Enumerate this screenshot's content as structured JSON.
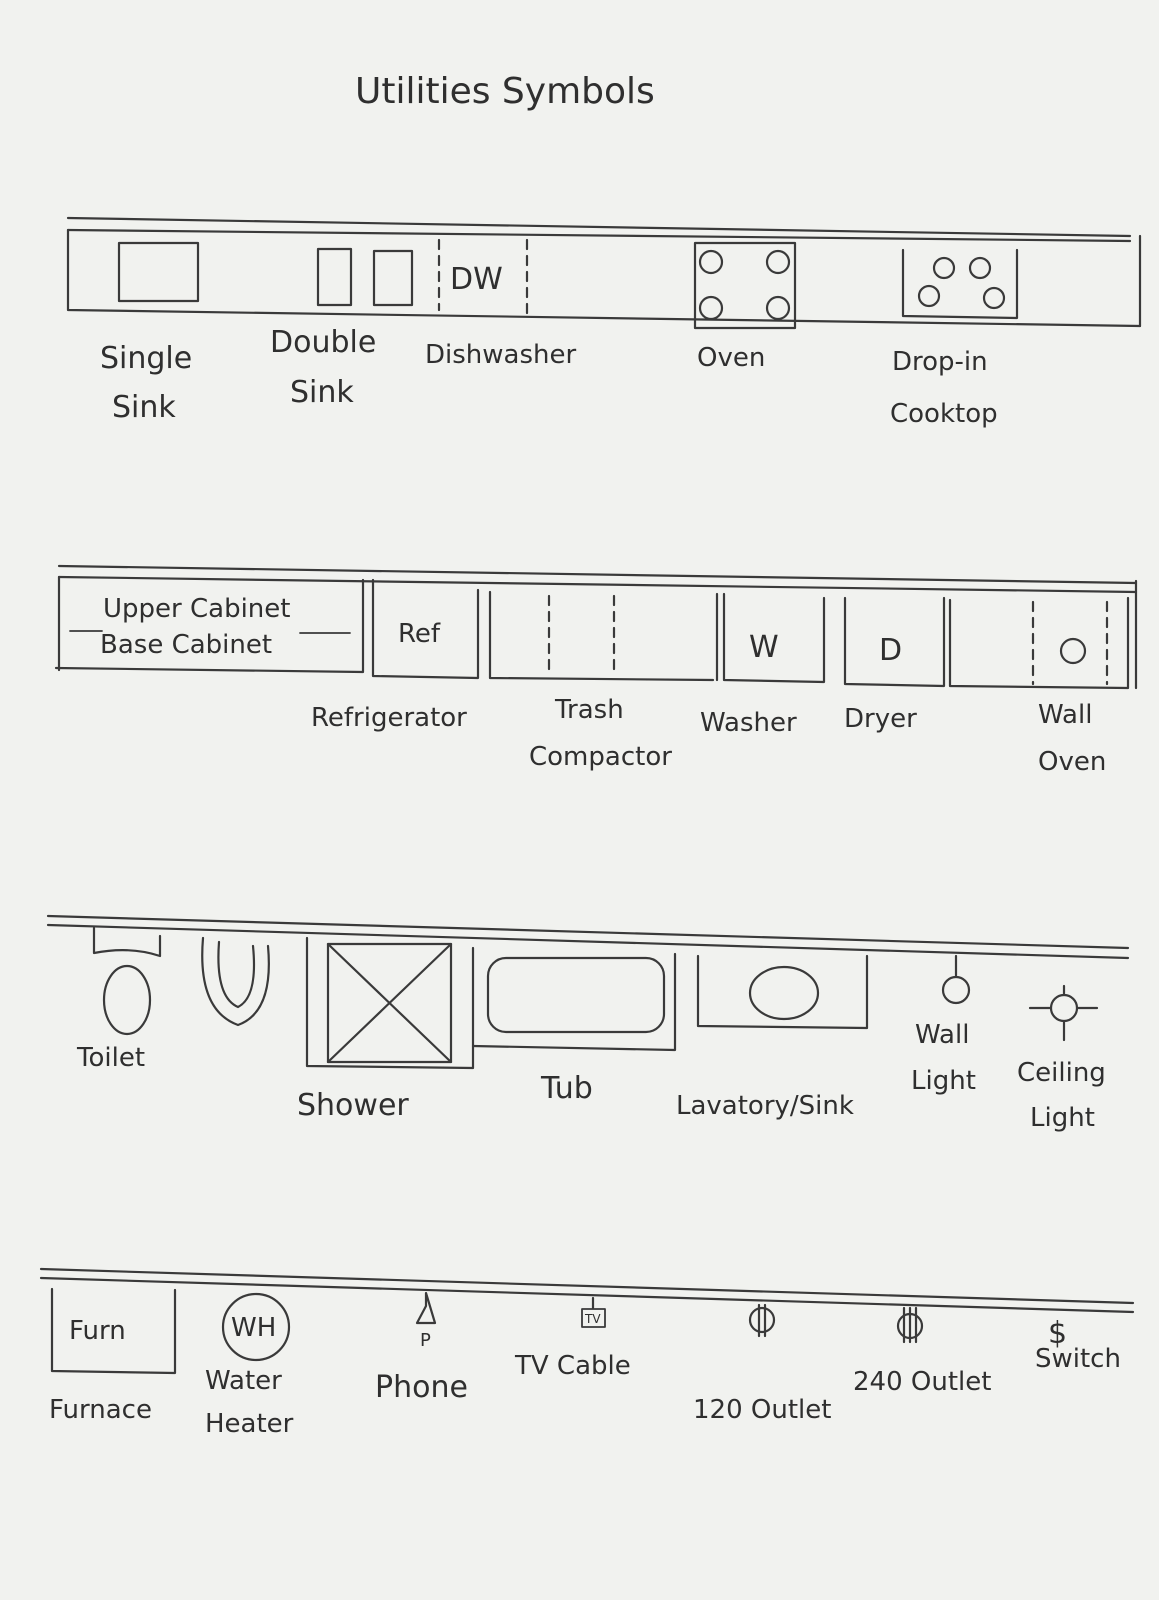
{
  "title": "Utilities  Symbols",
  "row1": {
    "single_sink": [
      "Single",
      "Sink"
    ],
    "double_sink": [
      "Double",
      "Sink"
    ],
    "dishwasher_symbol": "DW",
    "dishwasher": "Dishwasher",
    "oven": "Oven",
    "cooktop": [
      "Drop-in",
      "Cooktop"
    ]
  },
  "row2": {
    "upper_cabinet": "Upper Cabinet",
    "base_cabinet": "Base Cabinet",
    "ref_symbol": "Ref",
    "refrigerator": "Refrigerator",
    "trash_compactor": [
      "Trash",
      "Compactor"
    ],
    "washer_symbol": "W",
    "washer": "Washer",
    "dryer_symbol": "D",
    "dryer": "Dryer",
    "wall_oven": [
      "Wall",
      "Oven"
    ]
  },
  "row3": {
    "toilet": "Toilet",
    "shower": "Shower",
    "tub": "Tub",
    "lavatory": "Lavatory/Sink",
    "wall_light": [
      "Wall",
      "Light"
    ],
    "ceiling_light": [
      "Ceiling",
      "Light"
    ]
  },
  "row4": {
    "furnace_symbol": "Furn",
    "furnace": "Furnace",
    "water_heater_symbol": "WH",
    "water_heater": [
      "Water",
      "Heater"
    ],
    "phone_symbol": "P",
    "phone": "Phone",
    "tv_symbol": "TV",
    "tv_cable": "TV  Cable",
    "outlet_120": "120 Outlet",
    "outlet_240": "240 Outlet",
    "switch_symbol": "$",
    "switch": "Switch"
  }
}
